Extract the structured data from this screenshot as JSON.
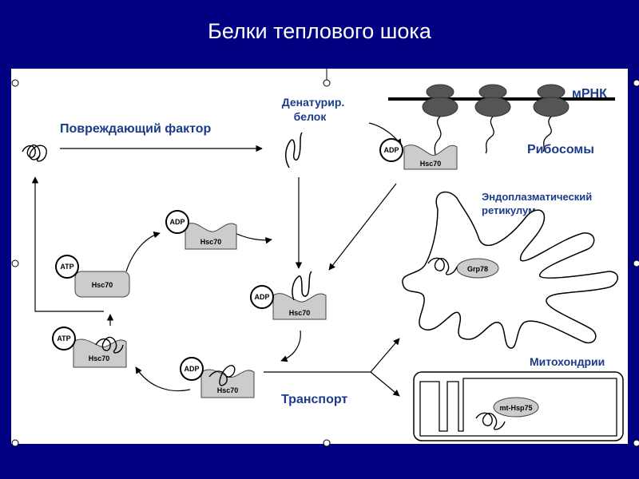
{
  "title": "Белки теплового шока",
  "labels": {
    "damaging_factor": "Повреждающий фактор",
    "denatured_line1": "Денатурир.",
    "denatured_line2": "белок",
    "mrna": "мРНК",
    "ribosomes": "Рибосомы",
    "er_line1": "Эндоплазматический",
    "er_line2": "ретикулум",
    "mitochondria": "Митохондрии",
    "transport": "Транспорт"
  },
  "nucleotides": {
    "adp": "ADP",
    "atp": "ATP"
  },
  "chaperones": {
    "hsc70": "Hsc70",
    "grp78": "Grp78",
    "mt_hsp75": "mt-Hsp75"
  },
  "colors": {
    "background": "#000080",
    "panel": "#ffffff",
    "label_blue": "#1a3a8a",
    "protein_fill": "#cccccc",
    "ribosome_fill": "#555555"
  }
}
